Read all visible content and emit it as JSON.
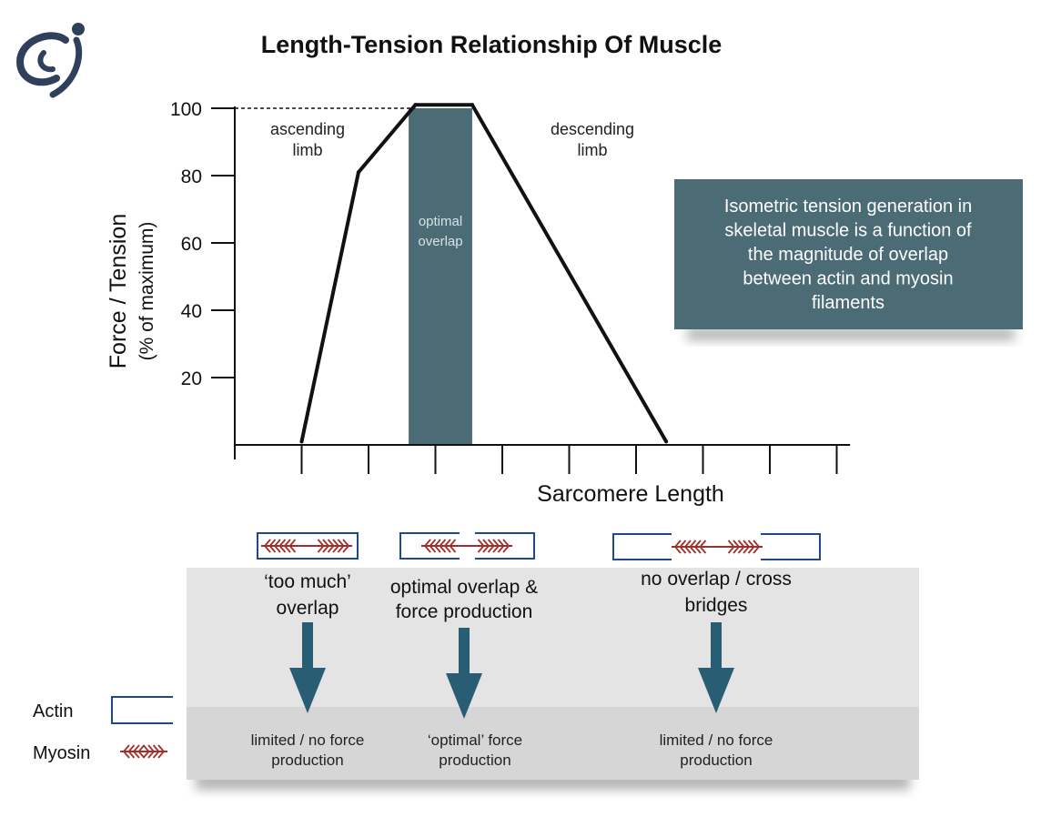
{
  "chart_data": {
    "type": "line",
    "title": "Length-Tension Relationship Of Muscle",
    "ylabel": "Force / Tension",
    "ylabel_sub": "(% of maximum)",
    "xlabel": "Sarcomere Length",
    "ylim": [
      0,
      100
    ],
    "yticks": [
      {
        "value": 20,
        "label": "20"
      },
      {
        "value": 40,
        "label": "40"
      },
      {
        "value": 60,
        "label": "60"
      },
      {
        "value": 80,
        "label": "80"
      },
      {
        "value": 100,
        "label": "100"
      }
    ],
    "xlim": [
      0,
      9.2
    ],
    "xtick_positions": [
      1,
      2,
      3,
      4,
      5,
      6,
      7,
      8,
      9
    ],
    "x_tick_labels_shown": false,
    "grid": false,
    "series": [
      {
        "points": [
          {
            "x": 1.0,
            "y": 1
          },
          {
            "x": 1.85,
            "y": 81
          },
          {
            "x": 2.7,
            "y": 101
          },
          {
            "x": 3.55,
            "y": 101
          },
          {
            "x": 6.45,
            "y": 1
          }
        ]
      }
    ],
    "max_reference_line": {
      "y": 100,
      "style": "dashed"
    },
    "highlight_band": {
      "x_start": 2.6,
      "x_end": 3.55,
      "color": "#4b6b75",
      "label_line1": "optimal",
      "label_line2": "overlap"
    },
    "annotations": [
      {
        "line1": "ascending",
        "line2": "limb"
      },
      {
        "line1": "descending",
        "line2": "limb"
      }
    ]
  },
  "info_box": {
    "lines": [
      "Isometric tension generation in",
      "skeletal muscle is a function of",
      "the magnitude of overlap",
      "between actin and myosin",
      "filaments"
    ],
    "color": "#4b6b75"
  },
  "scenarios": [
    {
      "label_line1": "‘too much’",
      "label_line2": "overlap",
      "result_line1": "limited / no force",
      "result_line2": "production"
    },
    {
      "label_line1": "optimal overlap &",
      "label_line2": "force production",
      "result_line1": "‘optimal’ force",
      "result_line2": "production"
    },
    {
      "label_line1": "no overlap / cross",
      "label_line2": "bridges",
      "result_line1": "limited / no force",
      "result_line2": "production"
    }
  ],
  "legend": {
    "actin": "Actin",
    "myosin": "Myosin"
  },
  "colors": {
    "accent": "#285d73",
    "band": "#4b6b75",
    "actin": "#1f4a8a",
    "myosin": "#a0302c",
    "panel_light": "#e4e4e4",
    "panel_dark": "#d6d6d6"
  },
  "logo": {
    "icon": "swirl-figure-logo"
  }
}
